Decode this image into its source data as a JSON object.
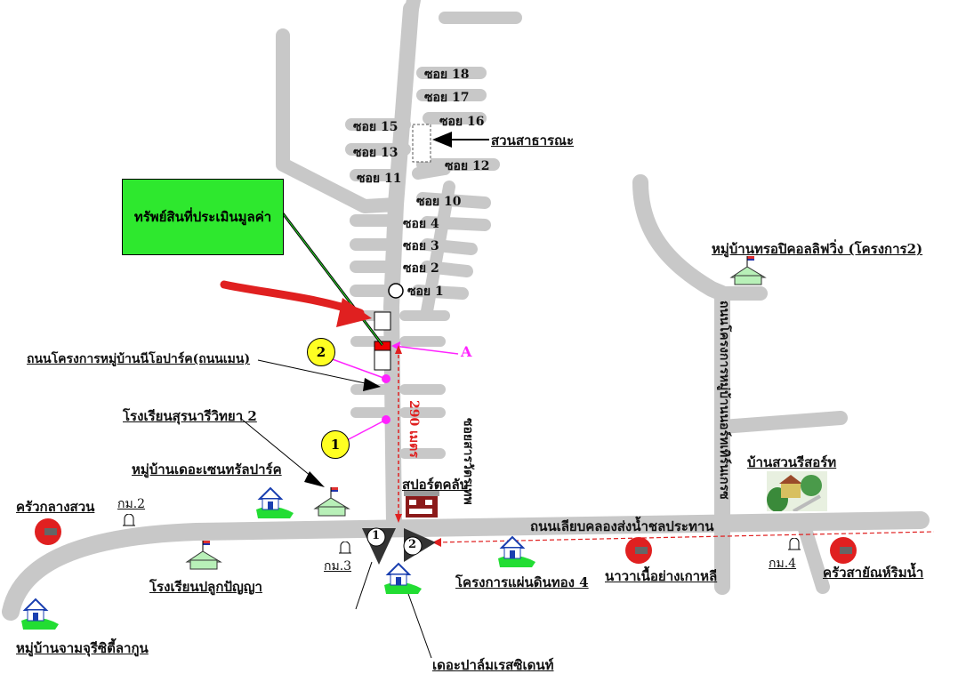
{
  "title_box": "ทรัพย์สินที่ประเมินมูลค่า",
  "sois": {
    "s18": "ซอย 18",
    "s17": "ซอย 17",
    "s16": "ซอย 16",
    "s15": "ซอย 15",
    "s13": "ซอย 13",
    "s12": "ซอย 12",
    "s11": "ซอย 11",
    "s10": "ซอย 10",
    "s4": "ซอย 4",
    "s3": "ซอย 3",
    "s2": "ซอย 2",
    "s1": "ซอย 1"
  },
  "labels": {
    "park": "สวนสาธารณะ",
    "neo_park_road": "ถนนโครงการหมู่บ้านนีโอปาร์ค(ถนนเมน)",
    "surnari_school": "โรงเรียนสุรนารีวิทยา 2",
    "central_park": "หมู่บ้านเดอะเซนทรัลปาร์ค",
    "krua_klang_suan": "ครัวกลางสวน",
    "pluk_panya_school": "โรงเรียนปลูกปัญญา",
    "charm_lagoon": "หมู่บ้านจามจุรีซิตี้ลากูน",
    "sport_club": "สปอร์ตคลับ",
    "soi_sarawat": "ซอยสารวัตรเทพ",
    "distance": "290 เมตร",
    "point_a": "A",
    "main_road": "ถนนเลียบคลองส่งน้ำชลประทาน",
    "pandin_thong": "โครงการแผ่นดินทอง 4",
    "palm_residence": "เดอะปาล์มเรสซิเดนท์",
    "nawa_bbq": "นาวาเนื้อย่างเกาหลี",
    "trophy_village": "หมู่บ้านทรอปิคอลลิฟวิ่ง (โครงการ2)",
    "side_road": "ถนนโครงการหมู่บ้านนอร์ทเทิร์นเกรซ",
    "suan_resort": "บ้านสวนรีสอร์ท",
    "krua_saiyan": "ครัวสายัณห์ริมน้ำ"
  },
  "km_markers": {
    "km2": "กม.2",
    "km3": "กม.3",
    "km4": "กม.4"
  },
  "markers": {
    "c1": "1",
    "c2": "2",
    "v1": "1",
    "v2": "2"
  },
  "colors": {
    "road": "#c8c8c8",
    "highlight": "#2ee82e",
    "arrow_red": "#e02020",
    "magenta": "#ff22ff",
    "yellow": "#ffff22"
  }
}
